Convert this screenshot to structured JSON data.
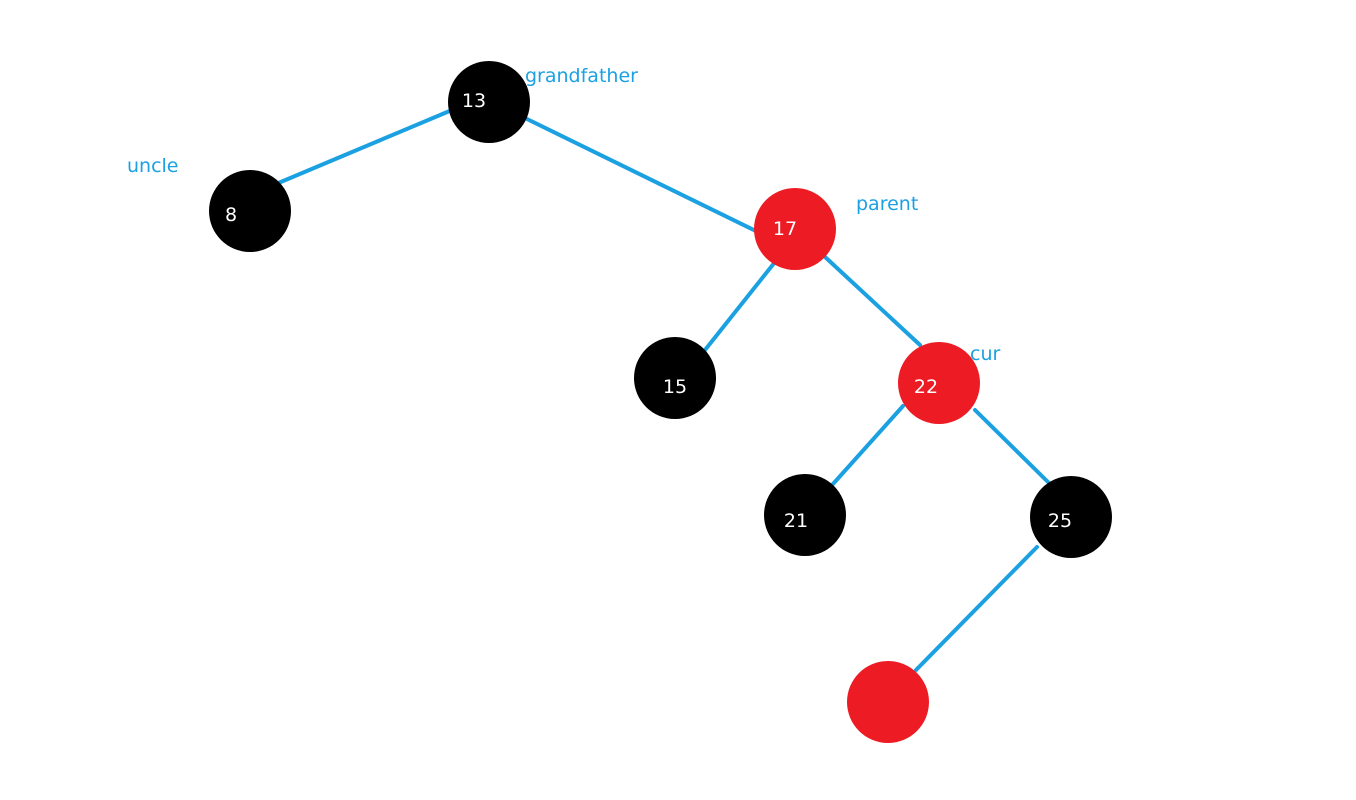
{
  "colors": {
    "black_node": "#000000",
    "red_node": "#ed1c24",
    "edge": "#1ba1e2",
    "node_text": "#ffffff",
    "annotation_text": "#1ba1e2"
  },
  "nodes": [
    {
      "id": "n13",
      "label": "13",
      "color": "black"
    },
    {
      "id": "n8",
      "label": "8",
      "color": "black"
    },
    {
      "id": "n17",
      "label": "17",
      "color": "red"
    },
    {
      "id": "n15",
      "label": "15",
      "color": "black"
    },
    {
      "id": "n22",
      "label": "22",
      "color": "red"
    },
    {
      "id": "n21",
      "label": "21",
      "color": "black"
    },
    {
      "id": "n25",
      "label": "25",
      "color": "black"
    },
    {
      "id": "nNew",
      "label": "",
      "color": "red"
    }
  ],
  "edges": [
    {
      "from": "n13",
      "to": "n8"
    },
    {
      "from": "n13",
      "to": "n17"
    },
    {
      "from": "n17",
      "to": "n15"
    },
    {
      "from": "n17",
      "to": "n22"
    },
    {
      "from": "n22",
      "to": "n21"
    },
    {
      "from": "n22",
      "to": "n25"
    },
    {
      "from": "n25",
      "to": "nNew"
    }
  ],
  "annotations": {
    "grandfather": "grandfather",
    "uncle": "uncle",
    "parent": "parent",
    "cur": "cur"
  }
}
